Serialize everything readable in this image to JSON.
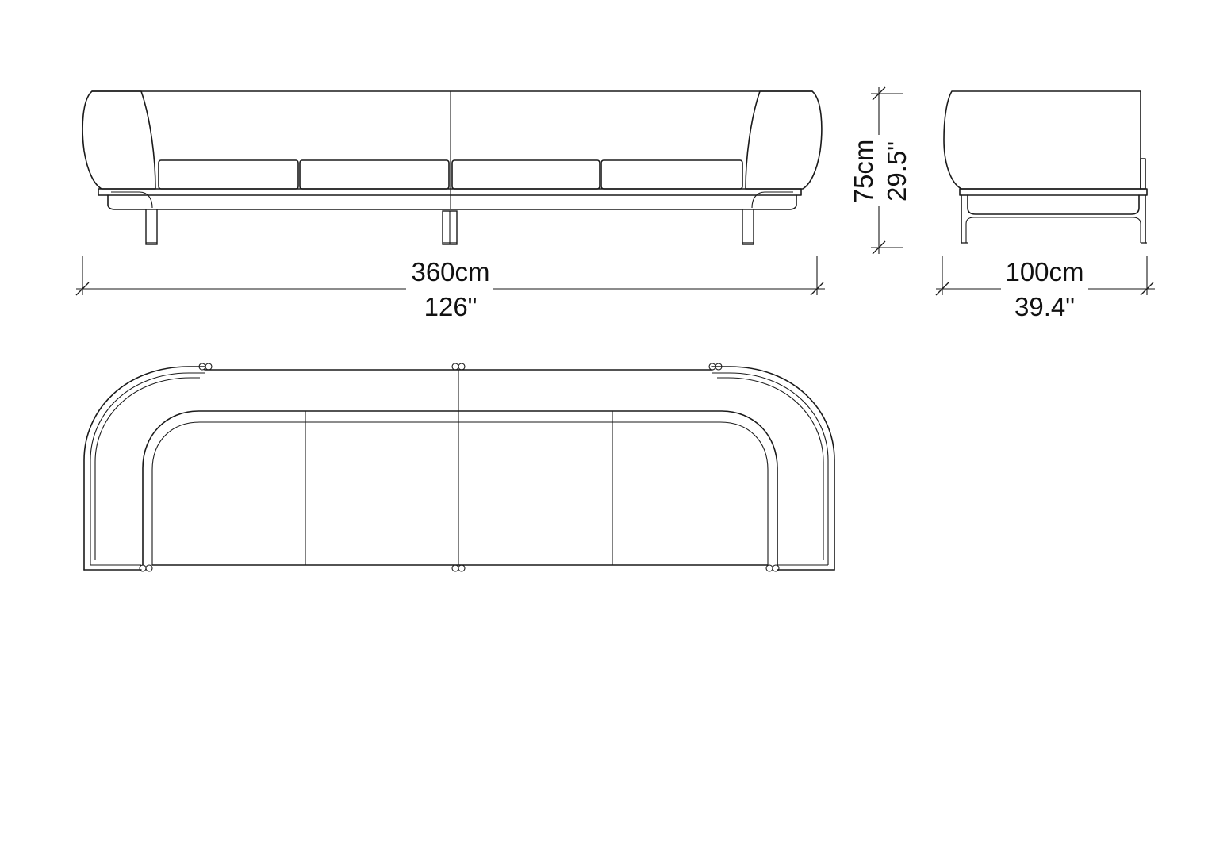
{
  "dimensions": {
    "length": {
      "metric": "360cm",
      "imperial": "126\""
    },
    "height": {
      "metric": "75cm",
      "imperial": "29.5\""
    },
    "depth": {
      "metric": "100cm",
      "imperial": "39.4\""
    }
  },
  "colors": {
    "line": "#1a1a1a",
    "background": "#ffffff"
  }
}
